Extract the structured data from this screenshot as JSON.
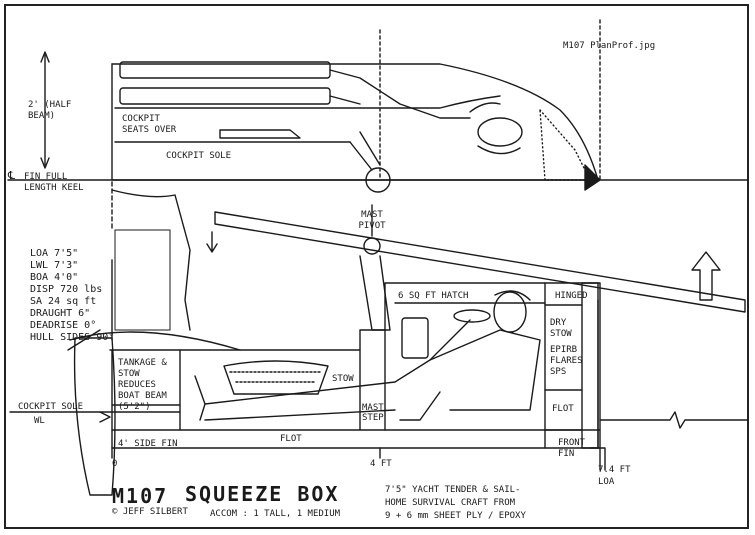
{
  "file_label": "M107 PlanProf.jpg",
  "plan_view": {
    "half_beam_label": "2' (HALF BEAM)",
    "cockpit_seats_label": "COCKPIT SEATS OVER",
    "cockpit_sole_label": "COCKPIT SOLE",
    "fin_keel_label": "FIN FULL LENGTH KEEL",
    "fin_symbol": "℄"
  },
  "profile_view": {
    "mast_pivot_label": "MAST PIVOT",
    "hatch_label": "6 SQ FT HATCH",
    "hinged_label": "HINGED",
    "tankage_label": "TANKAGE & STOW REDUCES BOAT BEAM (5'2\")",
    "stow_label": "STOW",
    "flot_label": "FLOT",
    "mast_step_label": "MAST STEP",
    "dry_stow_label": "DRY STOW",
    "epirb_label": "EPIRB FLARES SPS",
    "front_fin_label": "FRONT FIN",
    "side_fin_label": "4' SIDE FIN",
    "cockpit_sole_label": "COCKPIT SOLE",
    "wl_label": "WL",
    "scale_zero": "0",
    "scale_mid": "4 FT",
    "scale_end": "7.4 FT LOA"
  },
  "specs": [
    "LOA 7'5\"",
    "LWL 7'3\"",
    "BOA 4'0\"",
    "DISP 720 lbs",
    "SA 24 sq ft",
    "DRAUGHT 6\"",
    "DEADRISE 0°",
    "HULL SIDES 90°"
  ],
  "title_block": {
    "model": "M107",
    "name": "SQUEEZE BOX",
    "copyright": "© JEFF SILBERT",
    "accom": "ACCOM : 1 TALL, 1 MEDIUM",
    "description_line1": "7'5\" YACHT TENDER & SAIL-",
    "description_line2": "HOME SURVIVAL CRAFT FROM",
    "description_line3": "9 + 6 mm SHEET PLY / EPOXY"
  }
}
